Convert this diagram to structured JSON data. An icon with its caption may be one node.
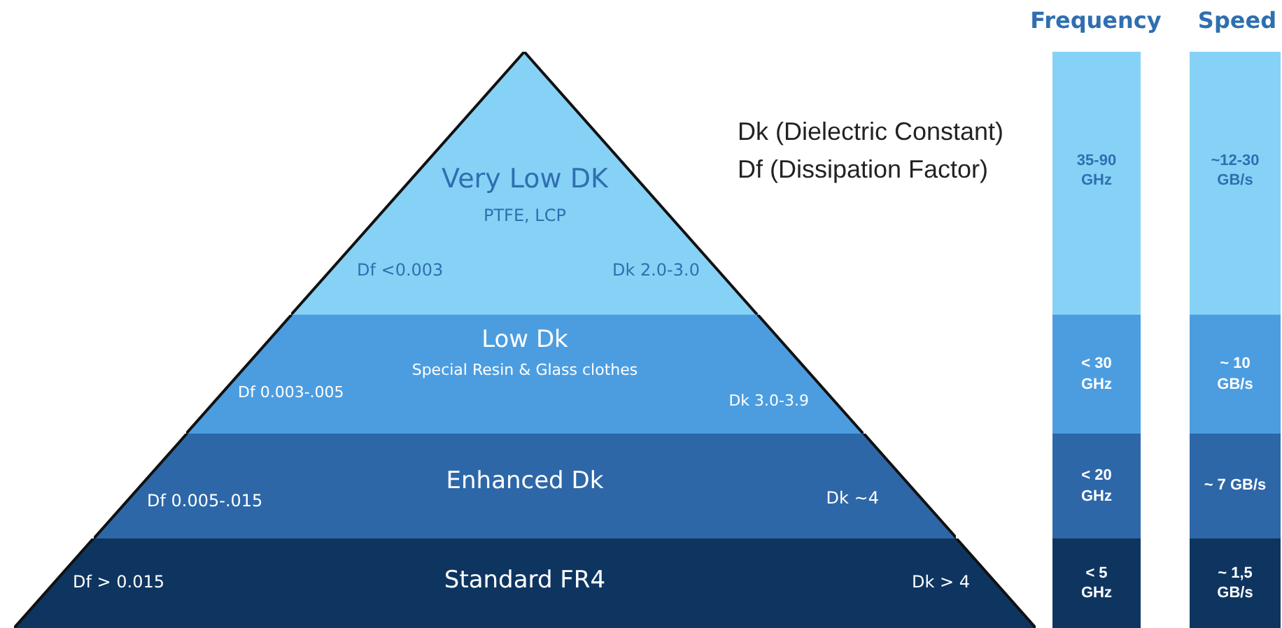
{
  "diagram": {
    "nodes": [
      {
        "text": [
          "Very Low DK",
          "PTFE, LCP",
          "Df <0.003",
          "Dk 2.0-3.0"
        ]
      },
      {
        "text": [
          "Low Dk",
          "Special Resin & Glass clothes",
          "Df 0.003-.005",
          "Dk 3.0-3.9"
        ]
      },
      {
        "text": [
          "Enhanced Dk",
          "Df 0.005-.015",
          "Dk ~4"
        ]
      },
      {
        "text": [
          "Df > 0.015",
          "Standard FR4",
          "Dk > 4"
        ]
      },
      {
        "text": [
          "35-90 GHz"
        ]
      },
      {
        "text": [
          "< 30 GHz"
        ]
      },
      {
        "text": [
          "< 20 GHz"
        ]
      },
      {
        "text": [
          "< 5 GHz"
        ]
      },
      {
        "text": [
          "~12-30 GB/s"
        ]
      },
      {
        "text": [
          "~ 10 GB/s"
        ]
      },
      {
        "text": [
          "~ 7 GB/s"
        ]
      },
      {
        "text": [
          "~ 1,5 GB/s"
        ]
      }
    ],
    "labels": [
      "Frequency",
      "Speed",
      "Dk (Dielectric Constant)",
      "Df (Dissipation Factor)"
    ]
  }
}
